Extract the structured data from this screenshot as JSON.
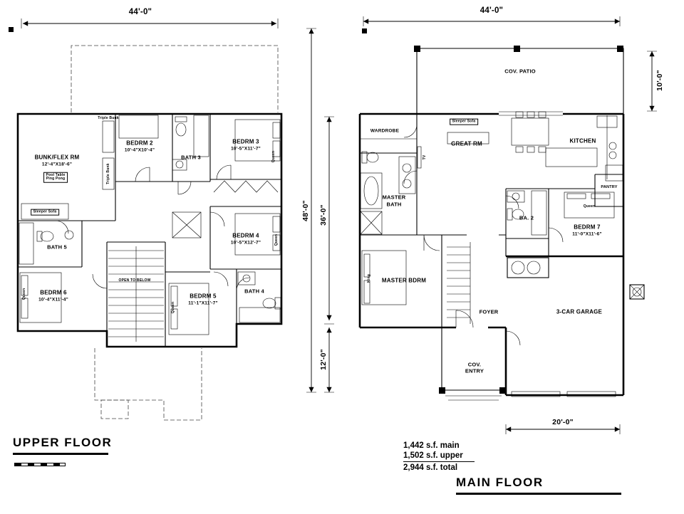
{
  "sheet": {
    "bg_color": "#ffffff",
    "line_color": "#000000"
  },
  "upper_floor": {
    "title": "UPPER FLOOR",
    "dim_top": "44'-0\"",
    "rooms": {
      "bunk_flex_name": "BUNK/FLEX RM",
      "bunk_flex_size": "12'-4\"X18'-6\"",
      "bunk_flex_note_1": "Pool Table",
      "bunk_flex_note_2": "Ping Pong",
      "triple_bunk_1": "Triple Bunk",
      "triple_bunk_2": "Triple Bunk",
      "bedrm2_name": "BEDRM 2",
      "bedrm2_size": "10'-4\"X10'-4\"",
      "bath3_name": "BATH 3",
      "bedrm3_name": "BEDRM 3",
      "bedrm3_size": "10'-5\"X11'-7\"",
      "sleeper_sofa": "Sleeper Sofa",
      "bath5_name": "BATH 5",
      "bedrm4_name": "BEDRM 4",
      "bedrm4_size": "10'-5\"X12'-7\"",
      "open_to_below": "OPEN TO BELOW",
      "bedrm6_name": "BEDRM 6",
      "bedrm6_size": "10'-4\"X11'-4\"",
      "bedrm5_name": "BEDRM 5",
      "bedrm5_size": "11'-1\"X11'-7\"",
      "bath4_name": "BATH 4",
      "queen": "Queen"
    }
  },
  "main_floor": {
    "title": "MAIN FLOOR",
    "dims": {
      "top": "44'-0\"",
      "right": "10'-0\"",
      "left_outer": "48'-0\"",
      "left_upper": "36'-0\"",
      "left_lower": "12'-0\"",
      "bottom": "20'-0\""
    },
    "rooms": {
      "cov_patio": "COV. PATIO",
      "wardrobe": "WARDROBE",
      "sleeper_sofa": "Sleeper Sofa",
      "great_rm": "GREAT RM",
      "kitchen": "KITCHEN",
      "tv": "TV",
      "master_bath_1": "MASTER",
      "master_bath_2": "BATH",
      "pantry": "PANTRY",
      "ba2": "BA. 2",
      "queen": "Queen",
      "bedrm7_name": "BEDRM 7",
      "bedrm7_size": "11'-0\"X11'-6\"",
      "master_bdrm": "MASTER BDRM",
      "king": "King",
      "foyer": "FOYER",
      "garage": "3-CAR GARAGE",
      "cov_entry_1": "COV.",
      "cov_entry_2": "ENTRY"
    }
  },
  "area_summary": {
    "main": "1,442  s.f.  main",
    "upper": "1,502  s.f.  upper",
    "total": "2,944  s.f.  total"
  }
}
